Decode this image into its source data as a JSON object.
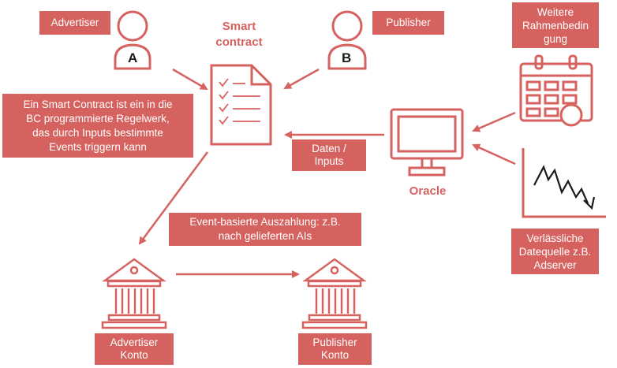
{
  "title": "Smart contract",
  "oracle_label": "Oracle",
  "parties": {
    "advertiser": {
      "label": "Advertiser",
      "letter": "A"
    },
    "publisher": {
      "label": "Publisher",
      "letter": "B"
    }
  },
  "description": [
    "Ein Smart Contract ist ein in die",
    "BC programmierte Regelwerk,",
    "das durch Inputs bestimmte",
    "Events triggern kann"
  ],
  "inputs_label": [
    "Daten /",
    "Inputs"
  ],
  "payout_label": [
    "Event-basierte Auszahlung: z.B.",
    "nach gelieferten AIs"
  ],
  "conditions_label": [
    "Weitere",
    "Rahmenbedin",
    "gung"
  ],
  "datasource_label": [
    "Verlässliche",
    "Datequelle z.B.",
    "Adserver"
  ],
  "accounts": {
    "advertiser": [
      "Advertiser",
      "Konto"
    ],
    "publisher": [
      "Publisher",
      "Konto"
    ]
  },
  "colors": {
    "accent": "#d6625f",
    "box": "#d6625f"
  },
  "icons": [
    "person-icon",
    "document-icon",
    "monitor-icon",
    "calendar-icon",
    "line-chart-icon",
    "bank-icon",
    "arrow-icon"
  ]
}
